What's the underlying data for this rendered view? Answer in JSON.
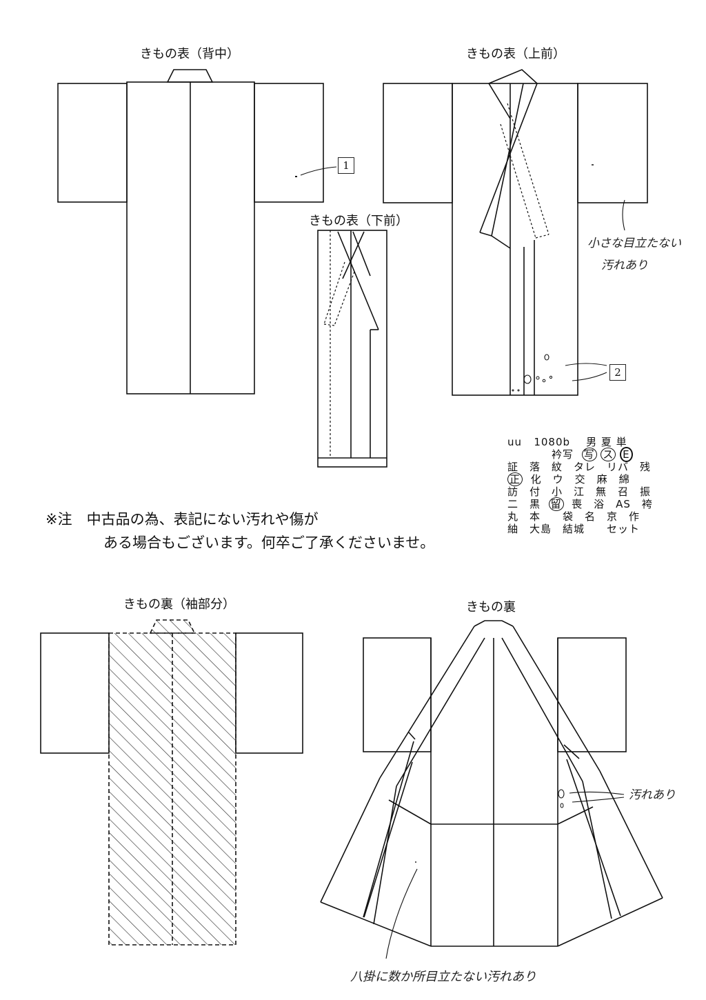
{
  "titles": {
    "back": "きもの表（背中）",
    "upper_front": "きもの表（上前）",
    "lower_front": "きもの表（下前）",
    "lining_sleeves": "きもの裏（袖部分）",
    "lining": "きもの裏"
  },
  "notes": {
    "line1": "※注　中古品の為、表記にない汚れや傷が",
    "line2": "ある場合もございます。何卒ご了承くださいませ。"
  },
  "annotations": {
    "marker1": "1",
    "marker2": "2",
    "stain_small_1": "小さな目立たない",
    "stain_small_2": "汚れあり",
    "stain_lining": "汚れあり",
    "hakake": "八掛に数か所目立たない汚れあり"
  },
  "code_table": {
    "row1_a": "uu",
    "row1_b": "1080b",
    "row1_c": "男 夏 単",
    "row2_a": "衿写",
    "row2_b": "写",
    "row2_c": "ス",
    "row2_d": "E",
    "row3": "証　落　紋　タレ　リバ　残",
    "row4_a": "正",
    "row4_b": "化　ウ　交　麻　綿",
    "row5": "訪　付　小　江　無　召　振",
    "row6_a": "二　黒",
    "row6_b": "留",
    "row6_c": "喪　浴　AS　袴",
    "row7": "丸　本　　袋　名　京　作",
    "row8": "紬　大島　結城　　セット"
  }
}
